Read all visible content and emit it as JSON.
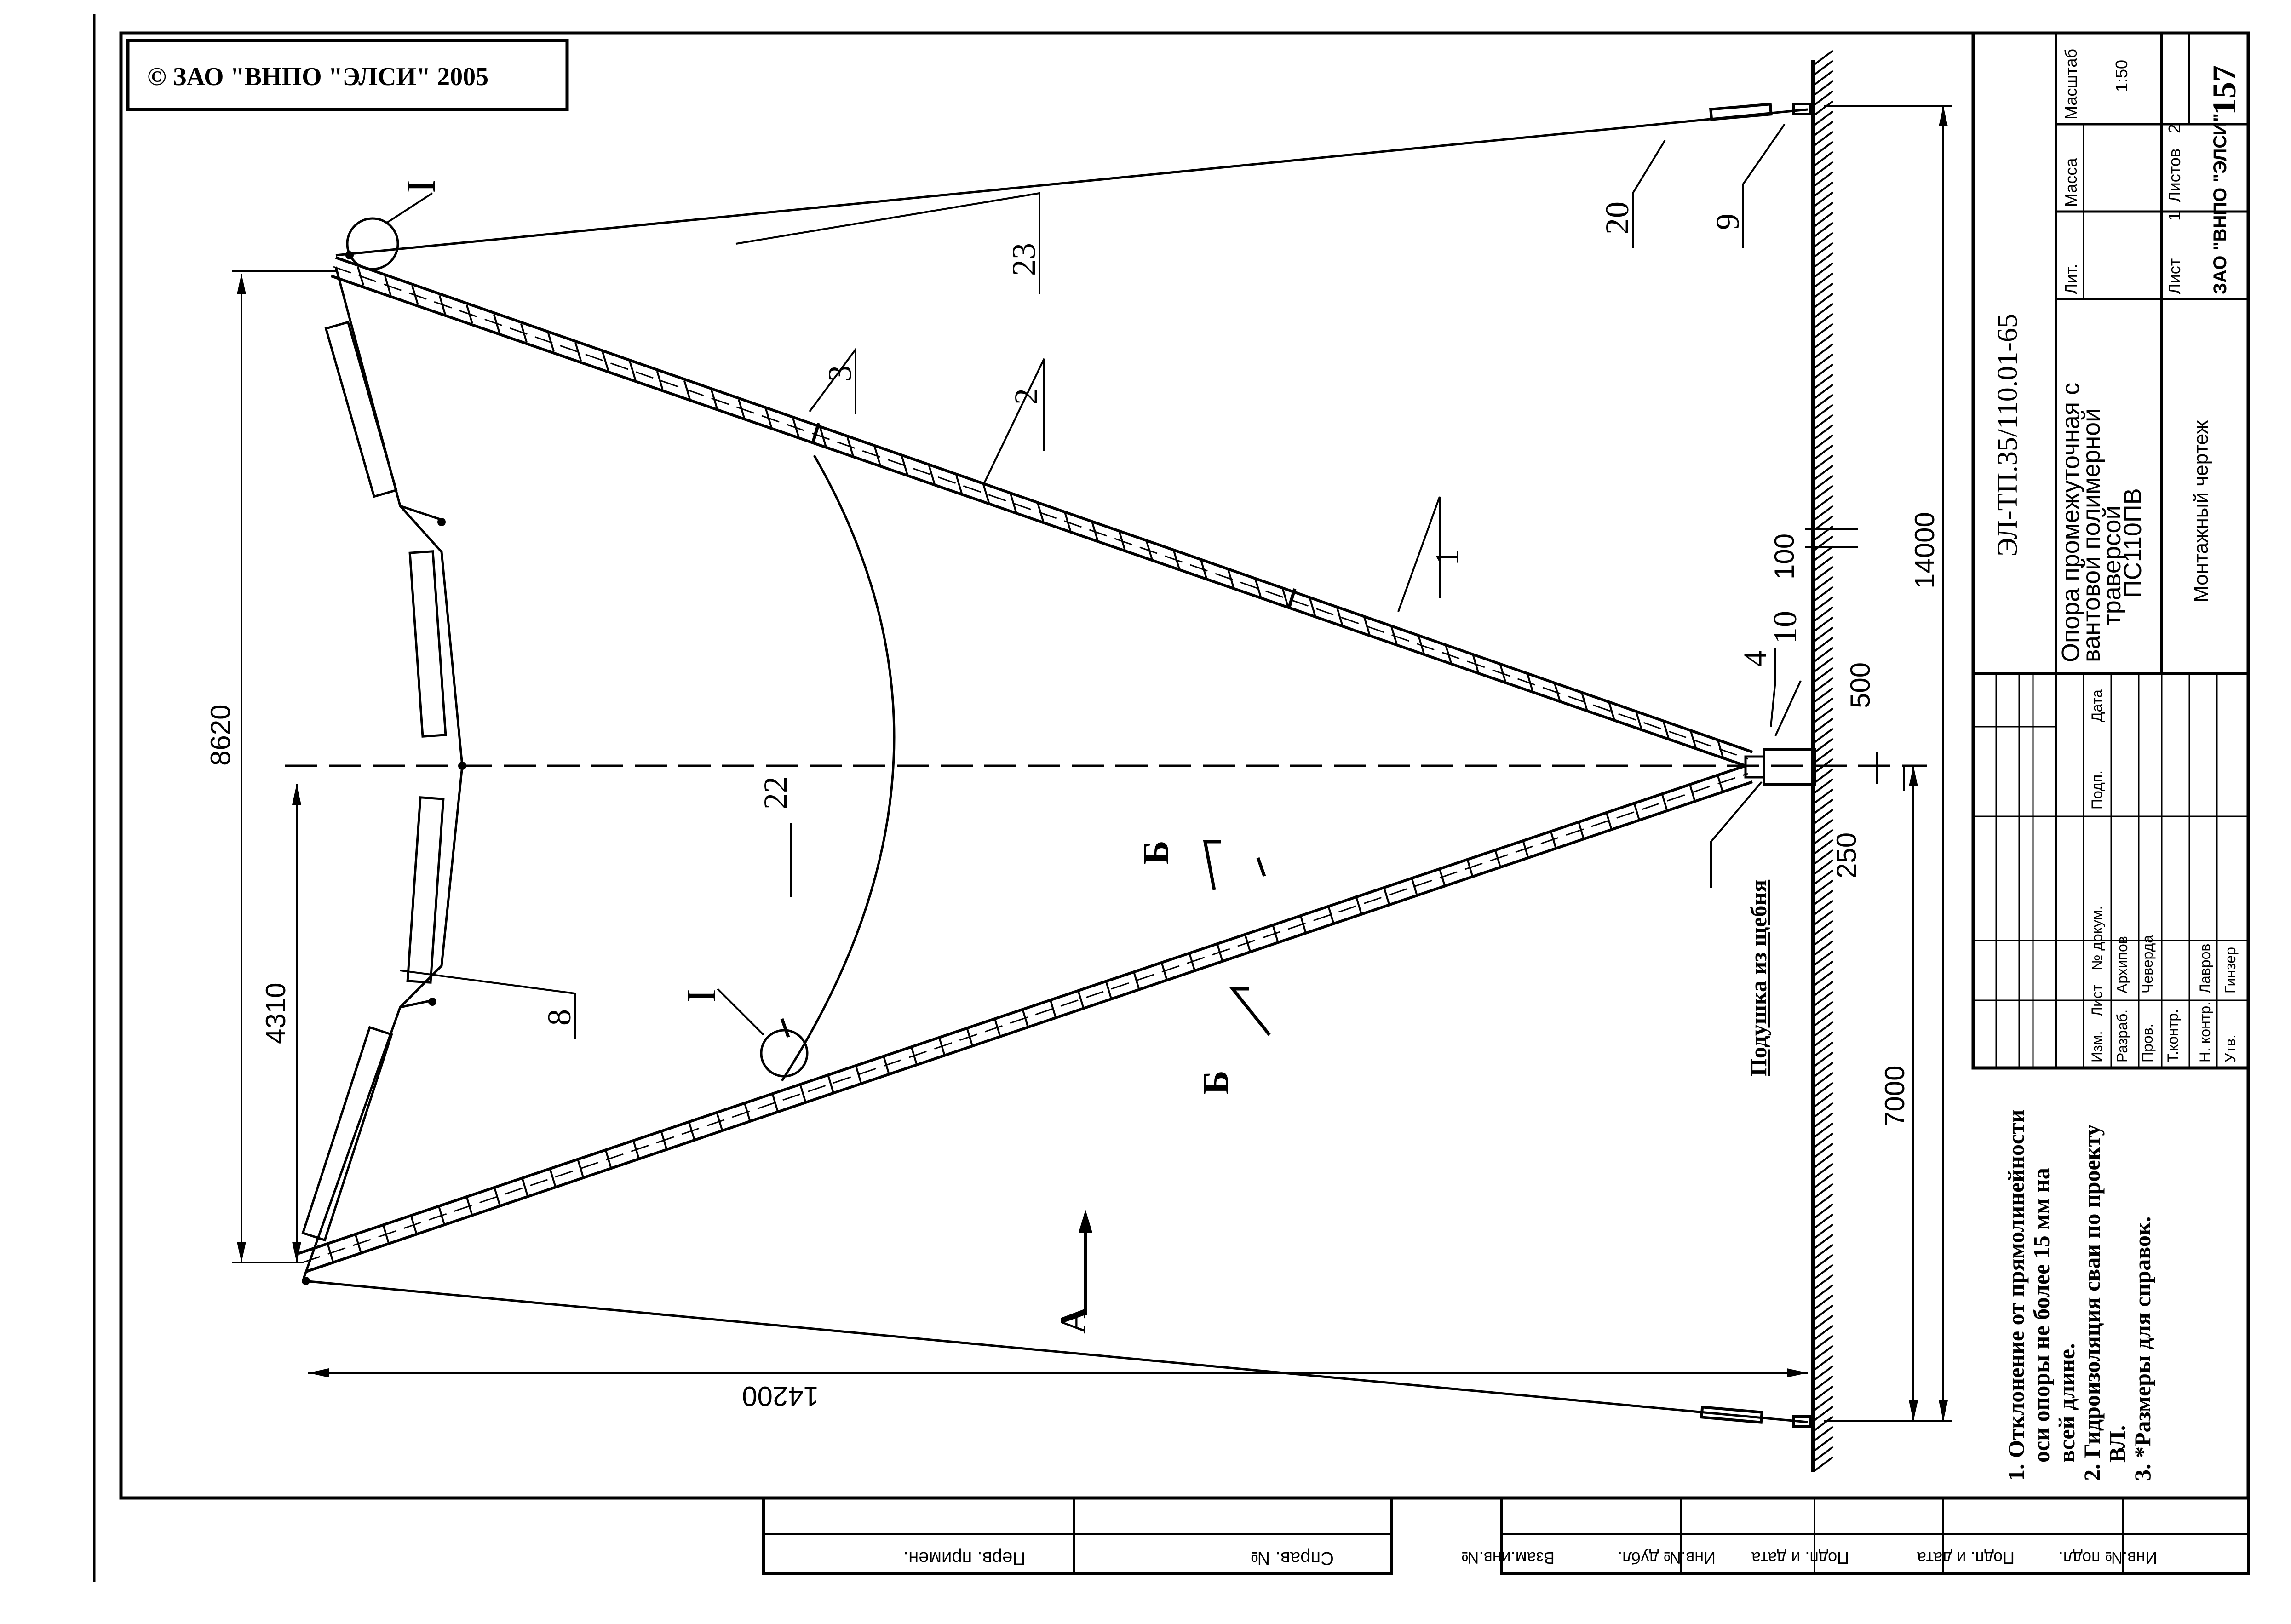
{
  "copyright": "© ЗАО \"ВНПО \"ЭЛСИ\" 2005",
  "sheet_number": "157",
  "title_block": {
    "doc_code": "ЭЛ-ТП.35/110.01-65",
    "title_lines": [
      "Опора промежуточная с",
      "вантовой полимерной",
      "траверсой",
      "ПС110ПВ"
    ],
    "drawing_type": "Монтажный чертеж",
    "organization": "ЗАО \"ВНПО \"ЭЛСИ\"",
    "col_labels": [
      "Изм.",
      "Лист",
      "№ докум.",
      "Подп.",
      "Дата"
    ],
    "rows": [
      {
        "role": "Разраб.",
        "name": "Архипов"
      },
      {
        "role": "Пров.",
        "name": "Чеверда"
      },
      {
        "role": "Т.контр.",
        "name": ""
      },
      {
        "role": "Н. контр.",
        "name": "Лавров"
      },
      {
        "role": "Утв.",
        "name": "Гинзер"
      }
    ],
    "lit_label": "Лит.",
    "mass_label": "Масса",
    "scale_label": "Масштаб",
    "scale_value": "1:50",
    "sheet_label": "Лист",
    "sheet_value": "1",
    "sheets_label": "Листов",
    "sheets_value": "2"
  },
  "notes": [
    "1. Отклонение от прямолинейности",
    "оси опоры не более 15 мм на",
    "всей длине.",
    "2. Гидроизоляция сваи по проекту",
    "ВЛ.",
    "3. *Размеры для справок."
  ],
  "dimensions": {
    "d8620": "8620",
    "d4310": "4310",
    "d14200": "14200",
    "d14000": "14000",
    "d7000": "7000",
    "d100": "100",
    "d500": "500",
    "d250": "250"
  },
  "callouts": {
    "c1": "1",
    "c2": "2",
    "c3": "3",
    "c4": "4",
    "c8": "8",
    "c9": "9",
    "c10": "10",
    "c20": "20",
    "c22": "22",
    "c23": "23",
    "detailI": "I",
    "viewA": "А",
    "sectionB": "Б"
  },
  "ground_label": "Подушка из щебня",
  "margin_stamp_left": [
    "Перв. примен.",
    "Справ. №"
  ],
  "margin_stamp_right": [
    "Взам.инв.№",
    "Инв.№ дубл.",
    "Подп. и дата",
    "Подп. и дата",
    "Инв.№ подл."
  ]
}
